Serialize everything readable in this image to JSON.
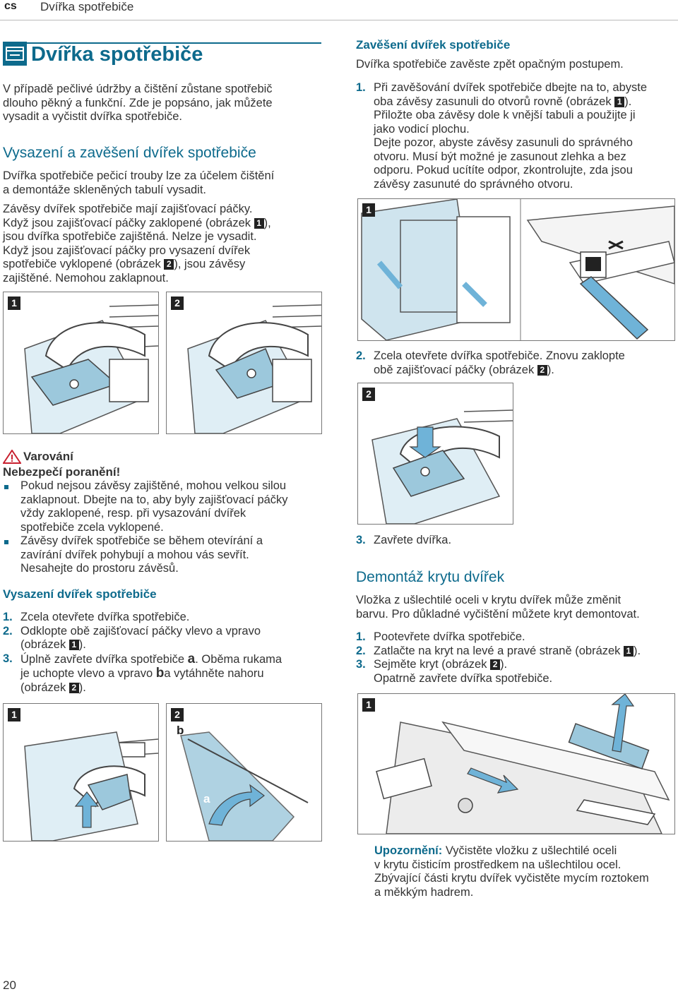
{
  "header": {
    "lang": "cs",
    "title": "Dvířka spotřebiče"
  },
  "main_title": "Dvířka spotřebiče",
  "intro": [
    "V případě pečlivé údržby a čištění zůstane spotřebič",
    "dlouho pěkný a funkční. Zde je popsáno, jak můžete",
    "vysadit a vyčistit dvířka spotřebiče."
  ],
  "section1": {
    "heading": "Vysazení a zavěšení dvířek spotřebiče",
    "p1": [
      "Dvířka spotřebiče pečicí trouby lze za účelem čištění",
      "a demontáže skleněných tabulí vysadit."
    ],
    "p2_l1": "Závěsy dvířek spotřebiče mají zajišťovací páčky.",
    "p2_l2a": "Když jsou zajišťovací páčky zaklopené (obrázek ",
    "p2_l2b": "),",
    "p2_l3": "jsou dvířka spotřebiče zajištěná. Nelze je vysadit.",
    "p2_l4": "Když jsou zajišťovací páčky pro vysazení dvířek",
    "p2_l5a": "spotřebiče vyklopené (obrázek ",
    "p2_l5b": "), jsou závěsy",
    "p2_l6": "zajištěné. Nemohou zaklapnout."
  },
  "badges": {
    "one": "1",
    "two": "2"
  },
  "fig_letters": {
    "a": "a",
    "b": "b"
  },
  "warning": {
    "title": "Varování",
    "subtitle": "Nebezpečí poranění!",
    "b1": [
      "Pokud nejsou závěsy zajištěné, mohou velkou silou",
      "zaklapnout. Dbejte na to, aby byly zajišťovací páčky",
      "vždy zaklopené, resp. při vysazování dvířek",
      "spotřebiče zcela vyklopené."
    ],
    "b2": [
      "Závěsy dvířek spotřebiče se během otevírání a",
      "zavírání dvířek pohybují a mohou vás sevřít.",
      "Nesahejte do prostoru závěsů."
    ]
  },
  "remove": {
    "heading": "Vysazení dvířek spotřebiče",
    "s1": "Zcela otevřete dvířka spotřebiče.",
    "s2a": "Odklopte obě zajišťovací páčky vlevo a vpravo",
    "s2b": "(obrázek ",
    "s2c": ").",
    "s3a": "Úplně zavřete dvířka spotřebiče ",
    "s3b": ". Oběma rukama",
    "s3c": "je uchopte vlevo a vpravo ",
    "s3d": "a vytáhněte nahoru",
    "s3e": "(obrázek ",
    "s3f": ")."
  },
  "hang": {
    "heading": "Zavěšení dvířek spotřebiče",
    "intro": "Dvířka spotřebiče zavěste zpět opačným postupem.",
    "s1": [
      "Při zavěšování dvířek spotřebiče dbejte na to, abyste",
      "oba závěsy zasunuli do otvorů rovně (obrázek ",
      ").",
      "Přiložte oba závěsy dole k vnější tabuli a použijte ji",
      "jako vodicí plochu.",
      "Dejte pozor, abyste závěsy zasunuli do správného",
      "otvoru. Musí být možné je zasunout zlehka a bez",
      "odporu. Pokud ucítíte odpor, zkontrolujte, zda jsou",
      "závěsy zasunuté do správného otvoru."
    ],
    "s2": [
      "Zcela otevřete dvířka spotřebiče. Znovu zaklopte",
      "obě zajišťovací páčky (obrázek ",
      ")."
    ],
    "s3": "Zavřete dvířka."
  },
  "cover": {
    "heading": "Demontáž krytu dvířek",
    "p": [
      "Vložka z ušlechtilé oceli v krytu dvířek může změnit",
      "barvu. Pro důkladné vyčištění můžete kryt demontovat."
    ],
    "s1": "Pootevřete dvířka spotřebiče.",
    "s2a": "Zatlačte na kryt na levé a pravé straně (obrázek ",
    "s2b": ").",
    "s3a": "Sejměte kryt (obrázek ",
    "s3b": ").",
    "s3c": "Opatrně zavřete dvířka spotřebiče."
  },
  "note": {
    "label": "Upozornění:",
    "l1": " Vyčistěte vložku z ušlechtilé oceli",
    "l2": "v krytu čisticím prostředkem na ušlechtilou ocel.",
    "l3": "Zbývající části krytu dvířek vyčistěte mycím roztokem",
    "l4": "a měkkým hadrem."
  },
  "nums": {
    "n1": "1.",
    "n2": "2.",
    "n3": "3."
  },
  "page_number": "20",
  "colors": {
    "accent": "#0d6a8c",
    "figure_blue": "#9cc8dc",
    "arrow_blue": "#6fb3d8"
  }
}
